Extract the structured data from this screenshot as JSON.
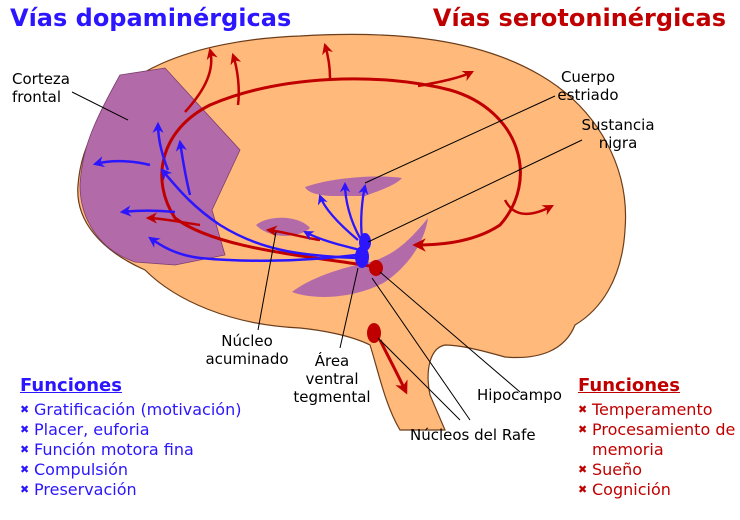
{
  "titles": {
    "dopamine": "Vías dopaminérgicas",
    "serotonin": "Vías serotoninérgicas"
  },
  "labels": {
    "corteza_frontal": [
      "Corteza",
      "frontal"
    ],
    "cuerpo_estriado": [
      "Cuerpo",
      "estriado"
    ],
    "sustancia_nigra": [
      "Sustancia",
      "nigra"
    ],
    "nucleo_acuminado": [
      "Núcleo",
      "acuminado"
    ],
    "area_ventral": [
      "Área",
      "ventral",
      "tegmental"
    ],
    "hipocampo": "Hipocampo",
    "nucleos_rafe": "Núcleos del Rafe"
  },
  "functions_dopamine": {
    "heading": "Funciones",
    "items": [
      "Gratificación (motivación)",
      "Placer, euforia",
      "Función motora fina",
      "Compulsión",
      "Preservación"
    ]
  },
  "functions_serotonin": {
    "heading": "Funciones",
    "items": [
      "Temperamento",
      "Procesamiento de memoria",
      "Sueño",
      "Cognición"
    ]
  },
  "colors": {
    "brain": "#ffb97a",
    "purple_regions": "#b36aa8",
    "dopamine": "#2b16ff",
    "serotonin": "#c00000"
  }
}
